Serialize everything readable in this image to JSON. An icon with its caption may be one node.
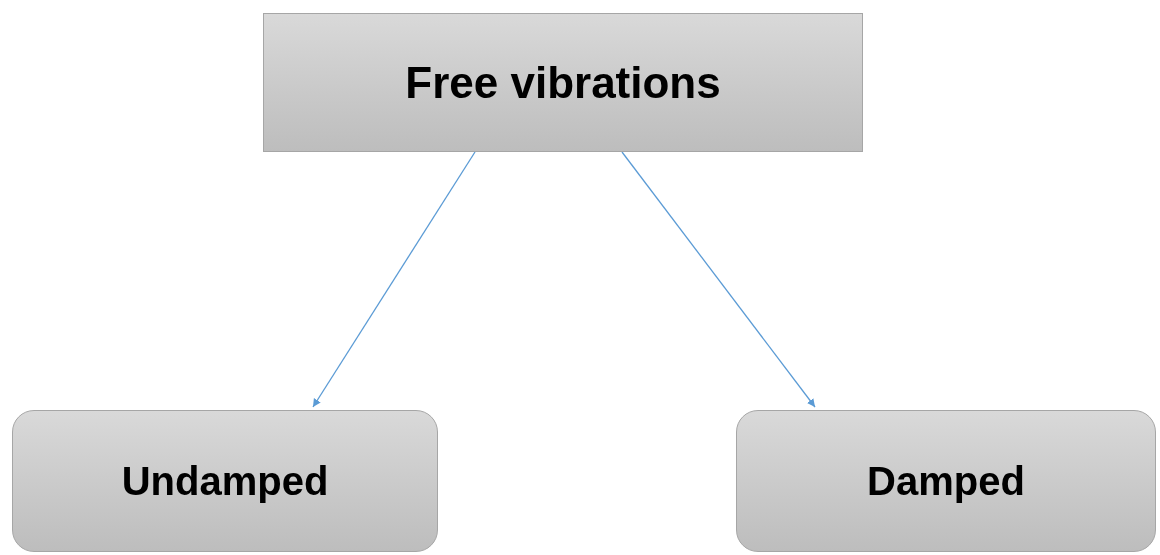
{
  "diagram": {
    "nodes": [
      {
        "text": [
          "Free vibrations"
        ]
      },
      {
        "text": [
          "Undamped"
        ]
      },
      {
        "text": [
          "Damped"
        ]
      }
    ],
    "edges": [
      {
        "from": 0,
        "to": 1,
        "arrow": "to"
      },
      {
        "from": 0,
        "to": 2,
        "arrow": "to"
      }
    ]
  }
}
